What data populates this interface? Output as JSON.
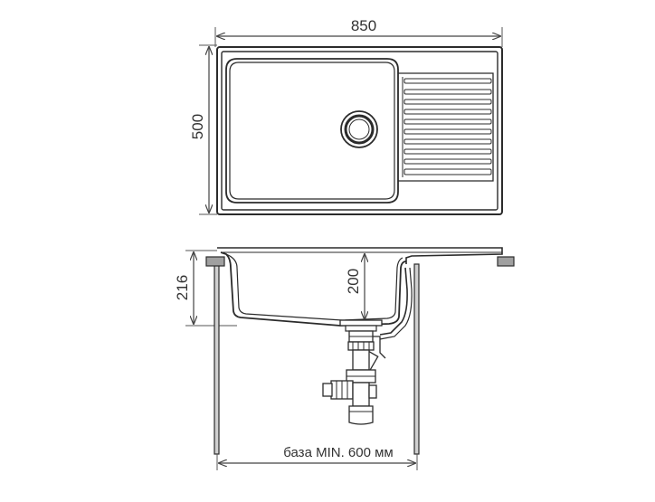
{
  "dimensions": {
    "top_width": "850",
    "top_depth": "500",
    "side_height": "216",
    "bowl_depth": "200",
    "base_min": "база MIN. 600 мм"
  },
  "colors": {
    "line": "#2b2b2b",
    "dim": "#444444",
    "grey_fill": "#cfcfcf",
    "grey_cap": "#9e9e9e"
  }
}
